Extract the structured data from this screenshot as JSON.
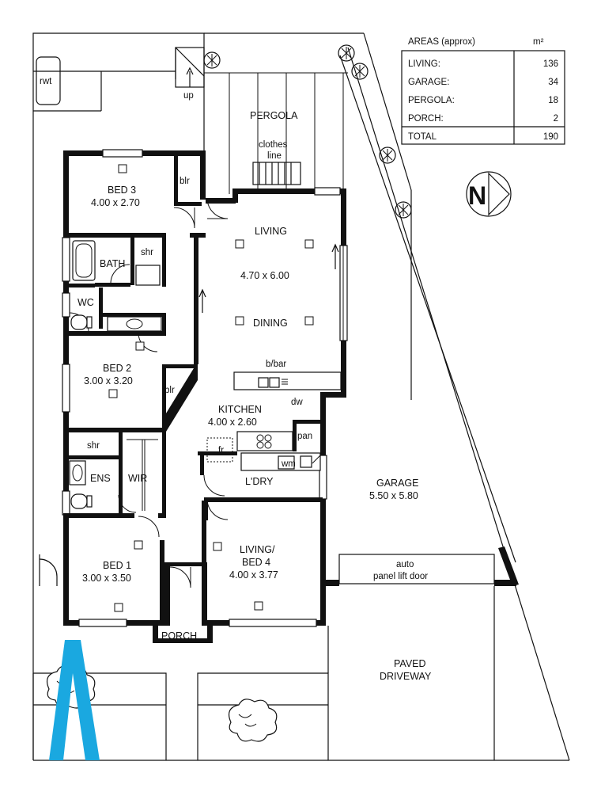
{
  "areas": {
    "heading": "AREAS (approx)",
    "unit": "m²",
    "rows": [
      {
        "label": "LIVING:",
        "value": "136"
      },
      {
        "label": "GARAGE:",
        "value": "34"
      },
      {
        "label": "PERGOLA:",
        "value": "18"
      },
      {
        "label": "PORCH:",
        "value": "2"
      }
    ],
    "total": {
      "label": "TOTAL",
      "value": "190"
    }
  },
  "north": "N",
  "labels": {
    "rwt": "rwt",
    "up": "up",
    "pergola": "PERGOLA",
    "clothes_1": "clothes",
    "clothes_2": "line",
    "bed3_name": "BED 3",
    "bed3_dim": "4.00 x 2.70",
    "blr1": "blr",
    "living": "LIVING",
    "living_dim": "4.70 x 6.00",
    "dining": "DINING",
    "bath": "BATH",
    "shr1": "shr",
    "wc": "WC",
    "bbar": "b/bar",
    "bed2_name": "BED 2",
    "bed2_dim": "3.00 x 3.20",
    "blr2": "blr",
    "dw": "dw",
    "kitchen_name": "KITCHEN",
    "kitchen_dim": "4.00 x 2.60",
    "pan": "pan",
    "fr": "fr",
    "wm": "wm",
    "shr2": "shr",
    "ens": "ENS",
    "wir": "WIR",
    "ldry": "L'DRY",
    "garage_name": "GARAGE",
    "garage_dim": "5.50 x 5.80",
    "bed1_name": "BED 1",
    "bed1_dim": "3.00 x 3.50",
    "bed4_name": "LIVING/",
    "bed4_name2": "BED 4",
    "bed4_dim": "4.00 x 3.77",
    "door_1": "auto",
    "door_2": "panel lift door",
    "porch": "PORCH",
    "paved_1": "PAVED",
    "paved_2": "DRIVEWAY"
  },
  "colors": {
    "wall": "#111111",
    "watermark": "#1aa8e0"
  }
}
